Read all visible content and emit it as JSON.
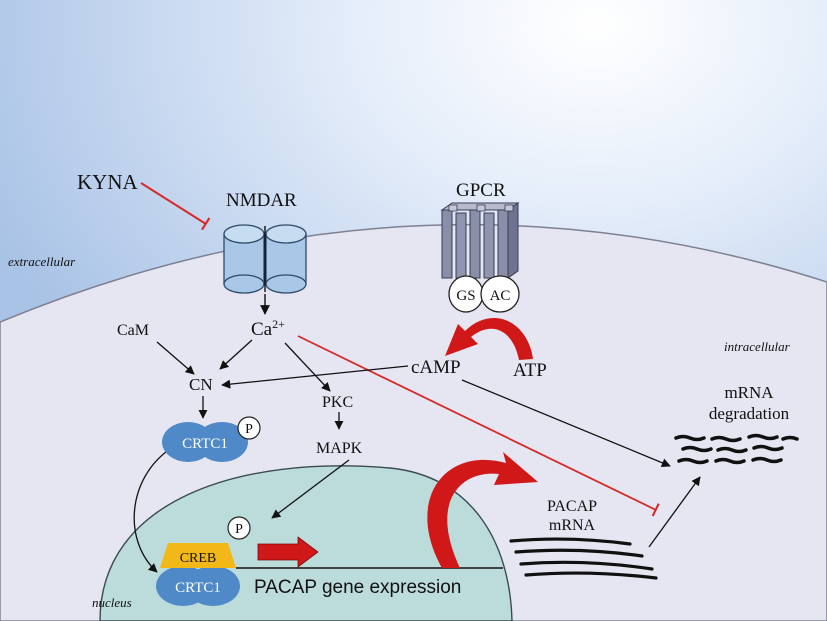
{
  "labels": {
    "kyna": "KYNA",
    "nmdar": "NMDAR",
    "gpcr": "GPCR",
    "gs": "GS",
    "ac": "AC",
    "extracellular": "extracellular",
    "intracellular": "intracellular",
    "nucleus": "nucleus",
    "cam": "CaM",
    "ca_base": "Ca",
    "ca_sup": "2+",
    "camp": "cAMP",
    "atp": "ATP",
    "cn": "CN",
    "pkc": "PKC",
    "mapk": "MAPK",
    "crtc1_top": "CRTC1",
    "crtc1_bottom": "CRTC1",
    "creb": "CREB",
    "p_top": "P",
    "p_nucleus": "P",
    "pacap_gene_expression": "PACAP gene expression",
    "pacap_mrna_line1": "PACAP",
    "pacap_mrna_line2": "mRNA",
    "mrna_degradation_line1": "mRNA",
    "mrna_degradation_line2": "degradation"
  },
  "colors": {
    "inhibition": "#d62a2a",
    "red_arrow": "#d01818",
    "crtc1": "#4f89c8",
    "creb": "#f2b817",
    "nucleus": "#bcdcdc",
    "cell": "#e5e6f1",
    "channel": "#a9c8e8",
    "gpcr": "#8a8ea8"
  }
}
